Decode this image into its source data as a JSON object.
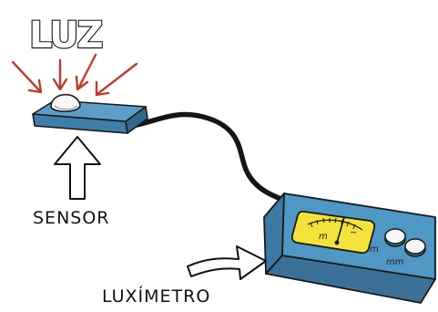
{
  "labels": {
    "light": "LUZ",
    "sensor": "SENSOR",
    "meter": "LUXÍMETRO"
  },
  "meter_marks": {
    "dial_left": "m",
    "dial_right": "~",
    "knob_top": "m",
    "knob_bottom": "mm"
  },
  "colors": {
    "sensor_blue": "#5d9ec9",
    "meter_blue": "#4f97c4",
    "dial_yellow": "#f3e23a",
    "light_rays": "#c0392b",
    "cable": "#151515"
  },
  "icons": {
    "rays": "light-ray-arrow-icon",
    "sensor_arrow": "up-arrow-icon",
    "meter_arrow": "right-arrow-icon"
  }
}
